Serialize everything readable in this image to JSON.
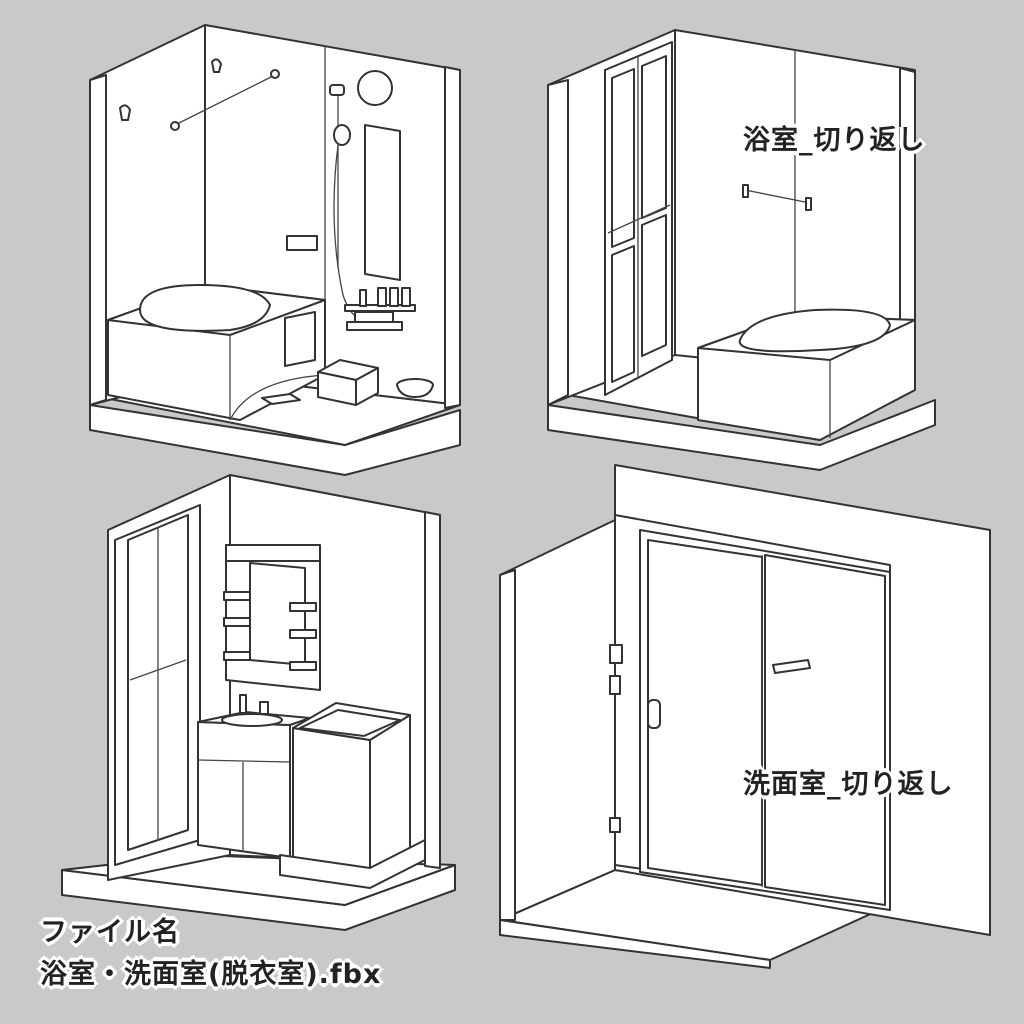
{
  "labels": {
    "bathroom_mirror": "浴室_切り返し",
    "washroom_mirror": "洗面室_切り返し",
    "file_caption": "ファイル名",
    "file_name": "浴室・洗面室(脱衣室).fbx"
  },
  "colors": {
    "background": "#c9c9c9",
    "surface": "#ffffff",
    "line": "#333333",
    "text": "#222222"
  }
}
